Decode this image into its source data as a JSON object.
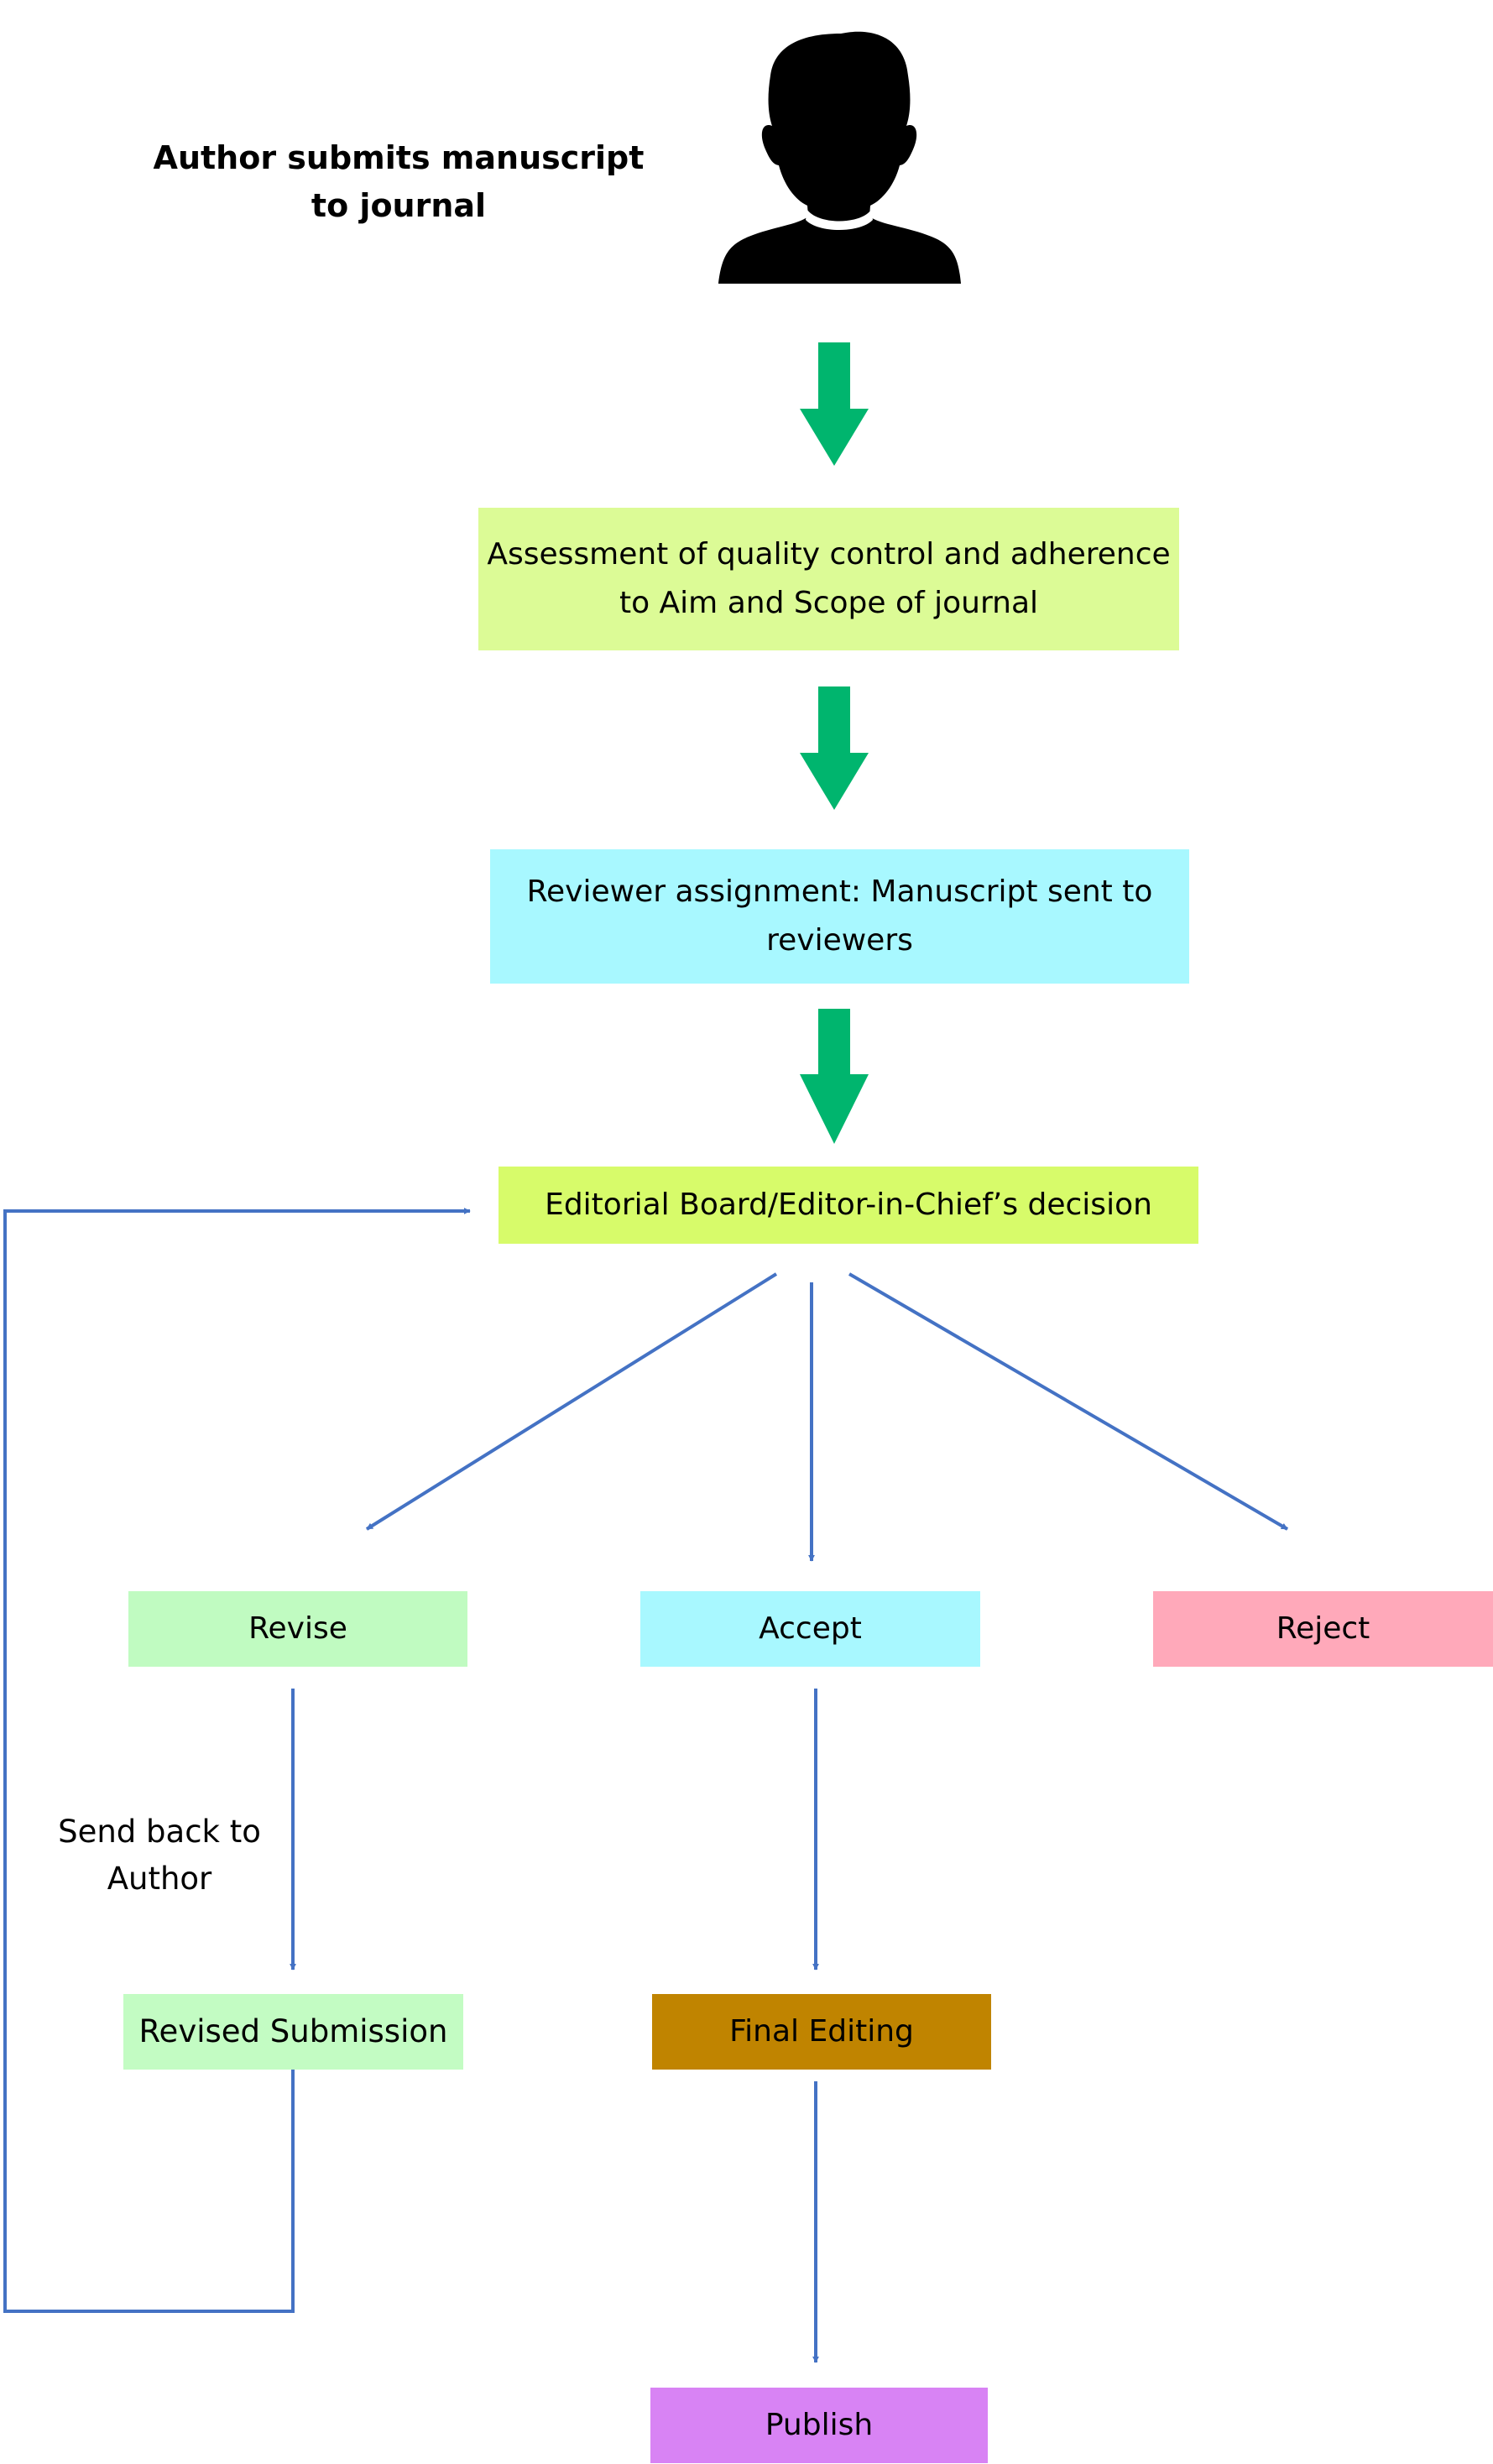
{
  "author": {
    "caption": "Author submits manuscript to journal",
    "icon": "person-silhouette-icon"
  },
  "steps": {
    "assessment": "Assessment of quality control and adherence to Aim and Scope of journal",
    "reviewer_assignment": "Reviewer assignment: Manuscript sent to reviewers",
    "decision": "Editorial Board/Editor-in-Chief’s decision"
  },
  "outcomes": {
    "revise": "Revise",
    "accept": "Accept",
    "reject": "Reject"
  },
  "revise_path": {
    "edge_label": "Send back to Author",
    "revised_submission": "Revised Submission"
  },
  "accept_path": {
    "final_editing": "Final Editing",
    "publish": "Publish"
  },
  "colors": {
    "main_arrow": "#00B56E",
    "flow_line": "#4472C4",
    "assessment_fill": "#DCFB96",
    "reviewer_fill": "#A8F8FF",
    "decision_fill": "#D7FB6A",
    "revise_fill": "#C0FBC1",
    "accept_fill": "#A8F8FF",
    "reject_fill": "#FFA9BA",
    "revised_fill": "#C3FCC3",
    "final_editing_fill": "#C08400",
    "publish_fill": "#D883F4"
  }
}
